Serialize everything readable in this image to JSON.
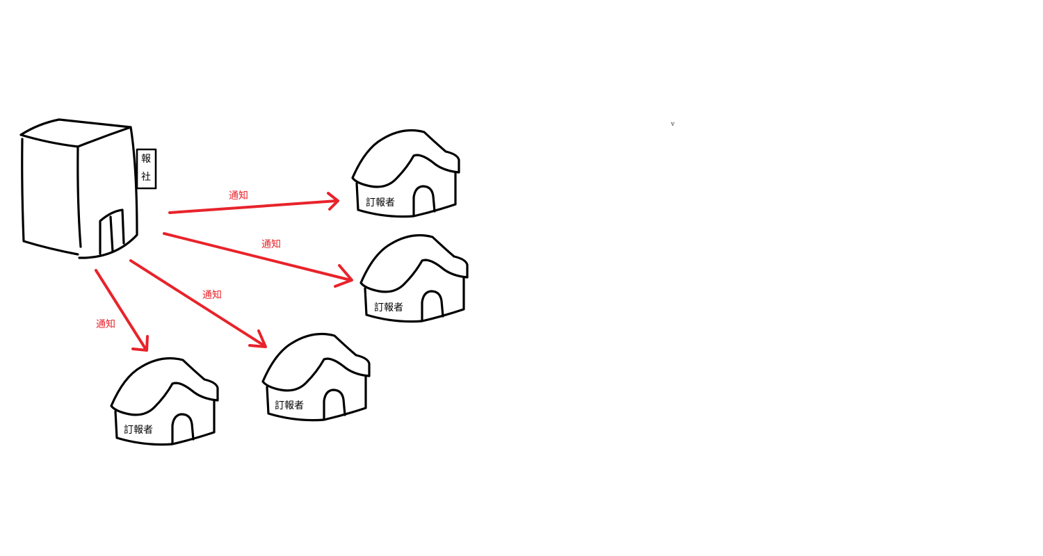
{
  "newspaper": {
    "sign_chars": [
      "報",
      "社"
    ]
  },
  "arrows": [
    {
      "label": "通知"
    },
    {
      "label": "通知"
    },
    {
      "label": "通知"
    },
    {
      "label": "通知"
    }
  ],
  "subscribers": [
    {
      "label": "訂報者"
    },
    {
      "label": "訂報者"
    },
    {
      "label": "訂報者"
    },
    {
      "label": "訂報者"
    }
  ],
  "stray_mark": "v",
  "colors": {
    "ink": "#000000",
    "arrow": "#e8232b",
    "background": "#ffffff"
  }
}
